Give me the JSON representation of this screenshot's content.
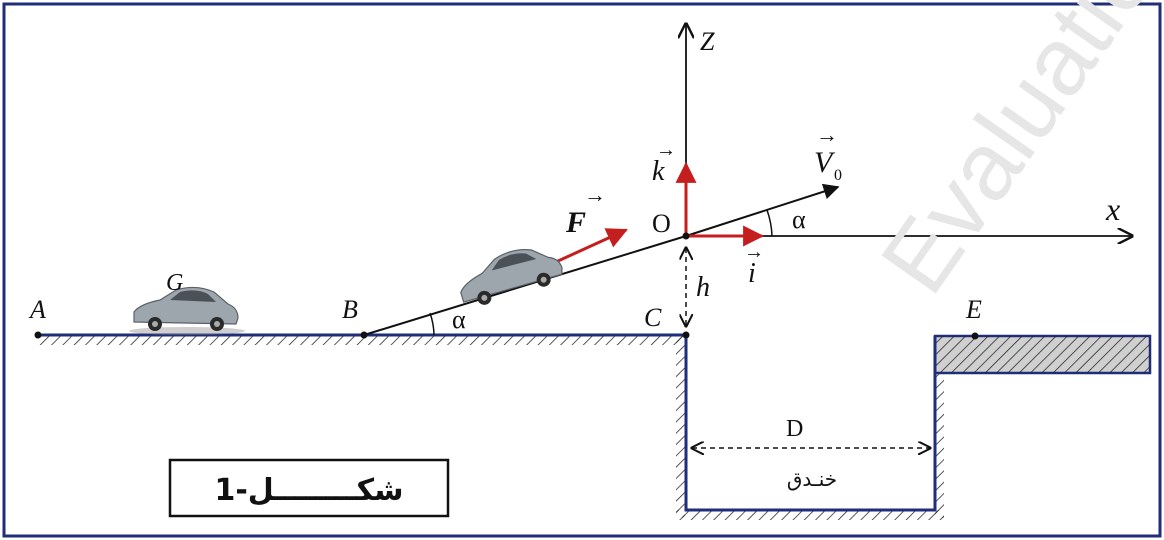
{
  "points": {
    "A": "A",
    "B": "B",
    "C": "C",
    "E": "E",
    "O": "O",
    "G": "G"
  },
  "axes": {
    "x": "x",
    "z": "Z"
  },
  "vectors": {
    "F": "F",
    "V0_main": "V",
    "V0_sub": "0",
    "i": "i",
    "k": "k",
    "arrow": "→"
  },
  "symbols": {
    "alpha": "α",
    "h": "h",
    "D": "D"
  },
  "ditch_label": "خنـدق",
  "figure_caption": "شكــــــــل-1",
  "watermark_text": "Evaluation",
  "colors": {
    "ground": "#1f2d7a",
    "vector": "#c41e1e",
    "line": "#111111",
    "frame": "#1f2d7a",
    "hatch_fill": "#c8c8c8",
    "car_body": "#9ea6ad"
  }
}
